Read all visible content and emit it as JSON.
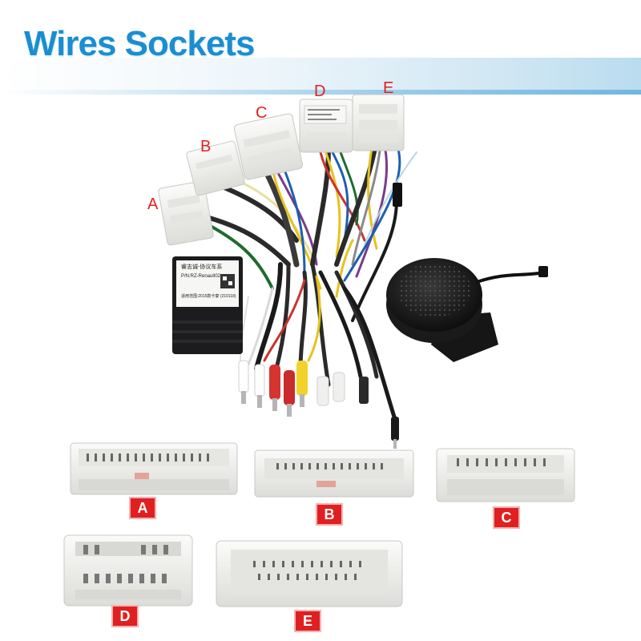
{
  "header": {
    "title": "Wires Sockets"
  },
  "harness_labels": [
    "A",
    "B",
    "C",
    "D",
    "E"
  ],
  "socket_labels": [
    "A",
    "B",
    "C",
    "D",
    "E"
  ],
  "decoder_box": {
    "line1": "睿志诚-协议车系",
    "line2": "P/N:RZ-Renault02",
    "line3": "适用范围:2015款卡宴 (210118)"
  },
  "colors": {
    "title": "#1b8ed1",
    "label_red": "#e02020",
    "connector": "#f0f0ee",
    "decoder": "#1c1c1e"
  }
}
